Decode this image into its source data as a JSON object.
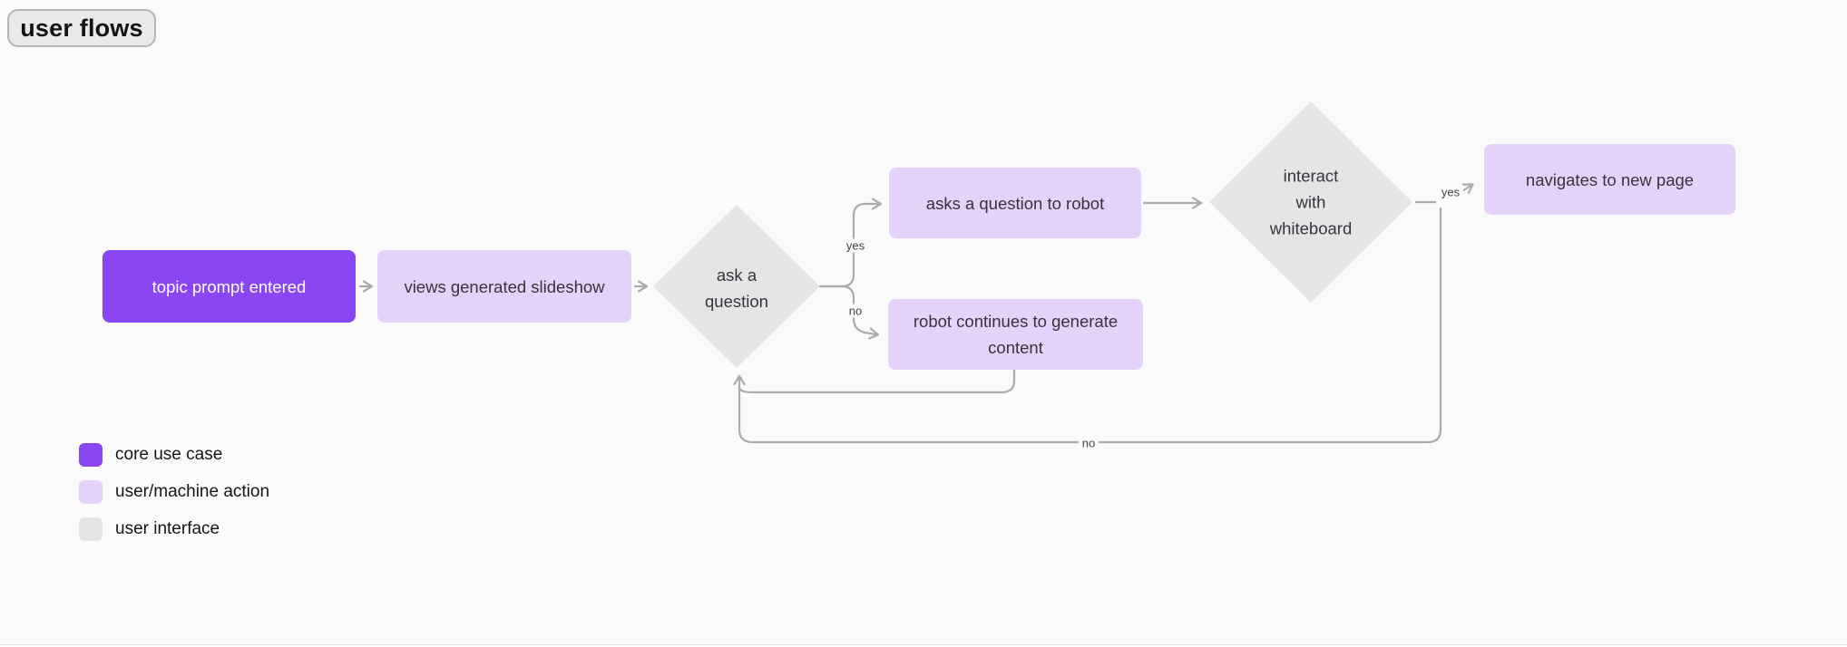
{
  "title": "user flows",
  "colors": {
    "bg": "#FAFAFA",
    "core": "#8A46F0",
    "action": "#E4D2FA",
    "interface": "#E5E5E5",
    "edge": "#ACACAC",
    "text": "#38333E"
  },
  "nodes": {
    "topic_prompt": {
      "label": "topic prompt entered",
      "type": "core use case"
    },
    "views_slideshow": {
      "label": "views generated slideshow",
      "type": "user/machine action"
    },
    "ask_question": {
      "label": "ask a question",
      "type": "user interface"
    },
    "asks_robot": {
      "label": "asks a question to robot",
      "type": "user/machine action"
    },
    "robot_continues": {
      "label": "robot continues to generate content",
      "type": "user/machine action"
    },
    "interact_whiteboard": {
      "label": "interact with whiteboard",
      "type": "user interface"
    },
    "navigates_new_page": {
      "label": "navigates to new page",
      "type": "user/machine action"
    }
  },
  "edge_labels": {
    "ask_yes": "yes",
    "ask_no": "no",
    "whiteboard_yes": "yes",
    "whiteboard_no": "no"
  },
  "legend": {
    "items": [
      {
        "label": "core use case",
        "color_key": "core"
      },
      {
        "label": "user/machine action",
        "color_key": "action"
      },
      {
        "label": "user interface",
        "color_key": "interface"
      }
    ]
  }
}
